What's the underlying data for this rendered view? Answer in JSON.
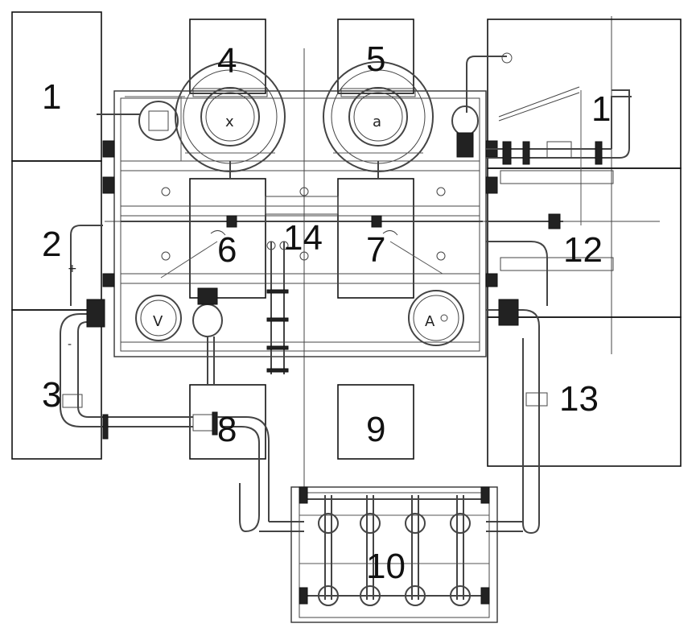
{
  "zones": {
    "z1": "1",
    "z2": "2",
    "z3": "3",
    "z4": "4",
    "z5": "5",
    "z6": "6",
    "z7": "7",
    "z8": "8",
    "z9": "9",
    "z10": "10",
    "z11": "1",
    "z12": "12",
    "z13": "13",
    "z14": "14"
  },
  "component_symbols": {
    "pump_x": "x",
    "pump_a": "a",
    "motor_v": "V",
    "motor_a": "A"
  },
  "colors": {
    "line": "#111111",
    "background": "#ffffff"
  }
}
